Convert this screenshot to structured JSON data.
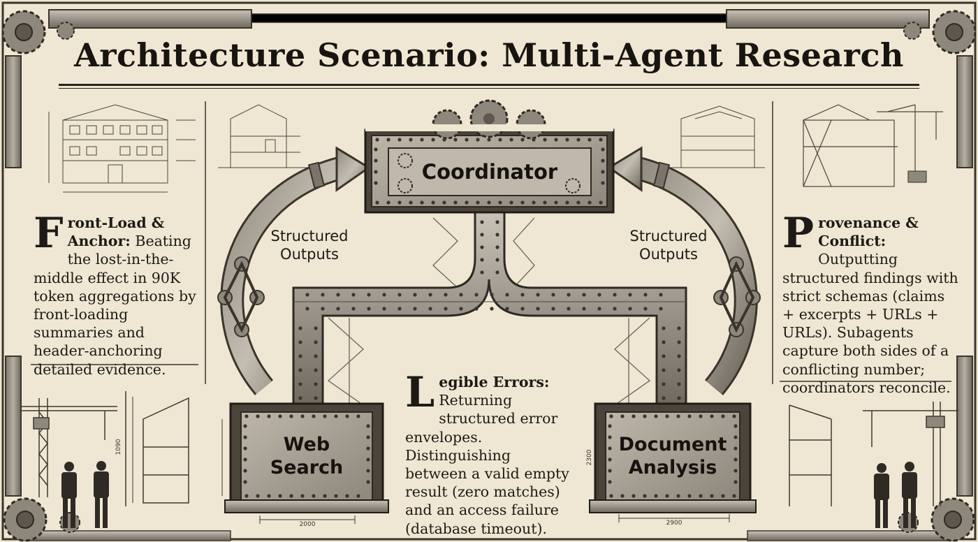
{
  "title": "Architecture Scenario: Multi-Agent Research",
  "coordinator": {
    "label": "Coordinator"
  },
  "left_flow_label": "Structured Outputs",
  "right_flow_label": "Structured Outputs",
  "subagents": [
    {
      "label_line1": "Web",
      "label_line2": "Search"
    },
    {
      "label_line1": "Document",
      "label_line2": "Analysis"
    }
  ],
  "left_panel": {
    "drop_cap": "F",
    "heading": "ront-Load & Anchor:",
    "body": " Beating the lost-in-the-middle effect in 90K token aggregations by front-loading summaries and header-anchoring detailed evidence."
  },
  "center_panel": {
    "drop_cap": "L",
    "heading": "egible Errors:",
    "body": " Returning structured error envelopes. Distinguishing between a valid empty result (zero matches) and an access failure (database timeout)."
  },
  "right_panel": {
    "drop_cap": "P",
    "heading": "rovenance & Conflict:",
    "body": " Outputting structured findings with strict schemas (claims + excerpts + URLs + URLs). Subagents capture both sides of a conflicting number; coordinators reconcile."
  },
  "dimensions": [
    "1090",
    "2000",
    "2300",
    "2900"
  ],
  "colors": {
    "paper": "#efe7d3",
    "ink": "#1d1a16",
    "steel": "#9a948a",
    "steel_dark": "#5d574e",
    "rivet": "#3a352e"
  }
}
